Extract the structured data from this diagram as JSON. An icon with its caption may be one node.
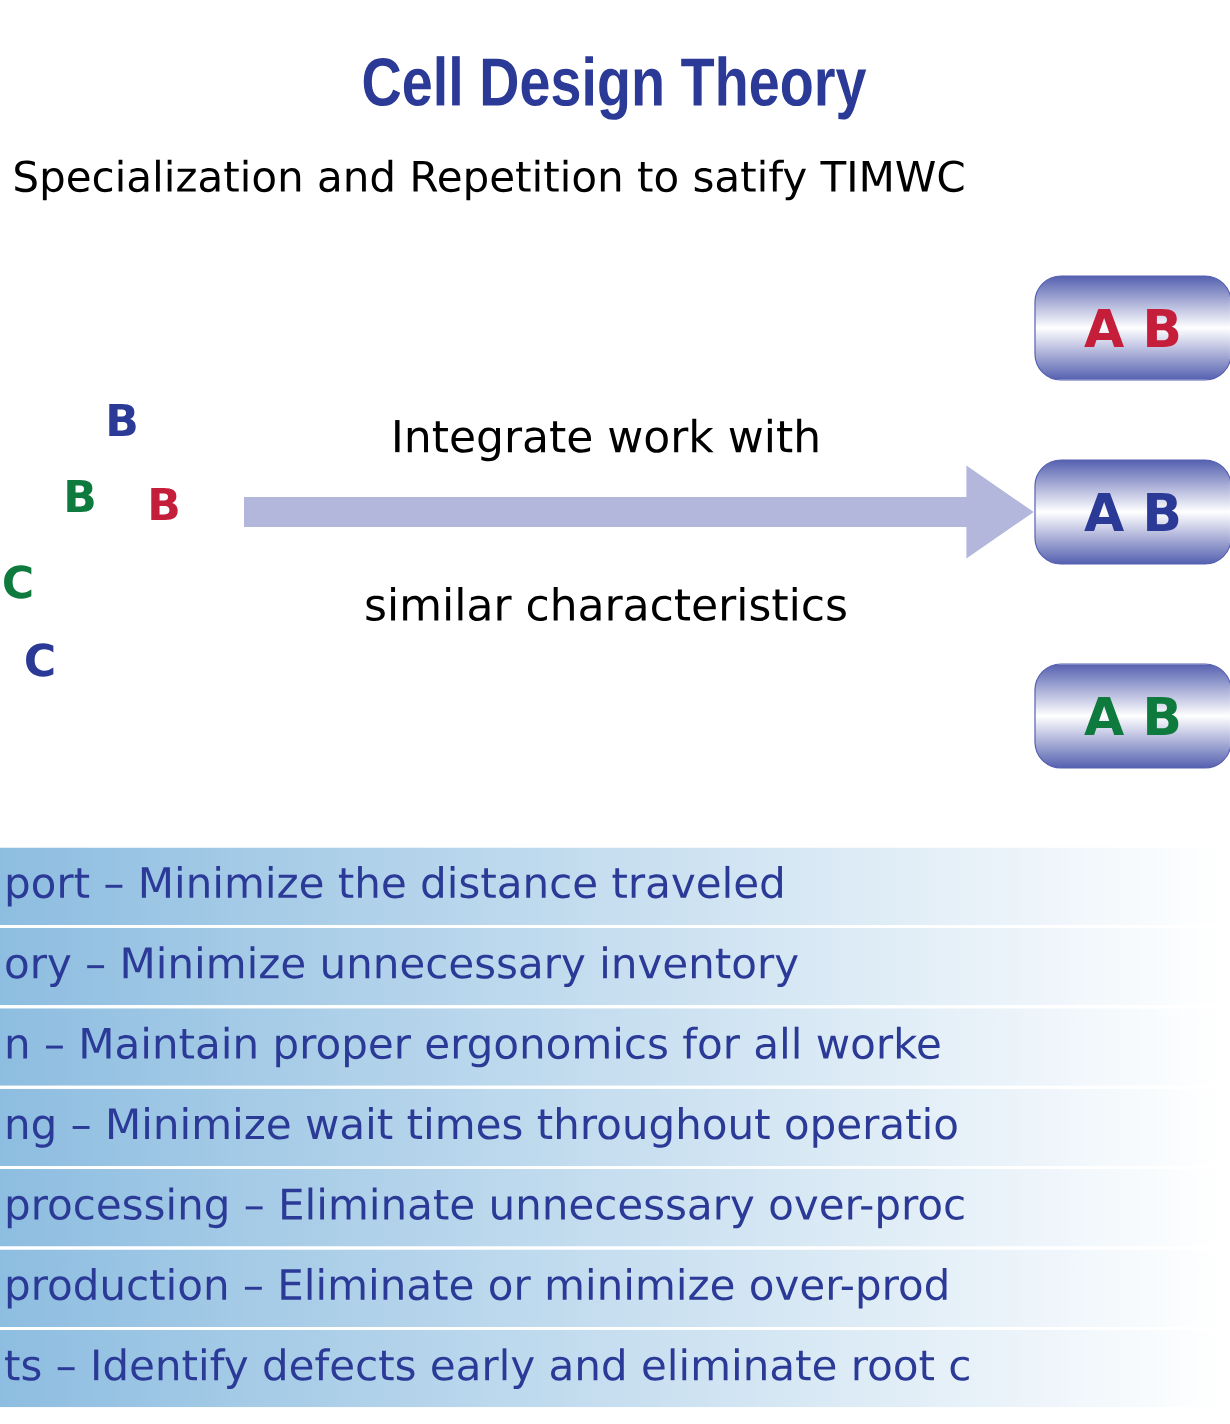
{
  "diagram": {
    "title": "Cell Design Theory",
    "nodes": [
      {
        "text": [
          "A B"
        ]
      },
      {
        "text": [
          "A B"
        ]
      },
      {
        "text": [
          "A B"
        ]
      },
      {
        "text": [
          "port – Minimize the distance traveled"
        ]
      },
      {
        "text": [
          "ory – Minimize unnecessary inventory"
        ]
      },
      {
        "text": [
          "n – Maintain proper ergonomics for all worke"
        ]
      },
      {
        "text": [
          "ng – Minimize wait times throughout operatio"
        ]
      },
      {
        "text": [
          "processing – Eliminate unnecessary over-proc"
        ]
      },
      {
        "text": [
          "production – Eliminate or minimize over-prod"
        ]
      },
      {
        "text": [
          "ts – Identify defects early and eliminate root c"
        ]
      }
    ],
    "edges": [
      {
        "from": null,
        "to": 1,
        "arrow": "to"
      }
    ],
    "labels": [
      "Specialization and Repetition to satify TIMWC",
      "B",
      "B",
      "B",
      "C",
      "C",
      "Integrate work with",
      "similar characteristics"
    ]
  }
}
